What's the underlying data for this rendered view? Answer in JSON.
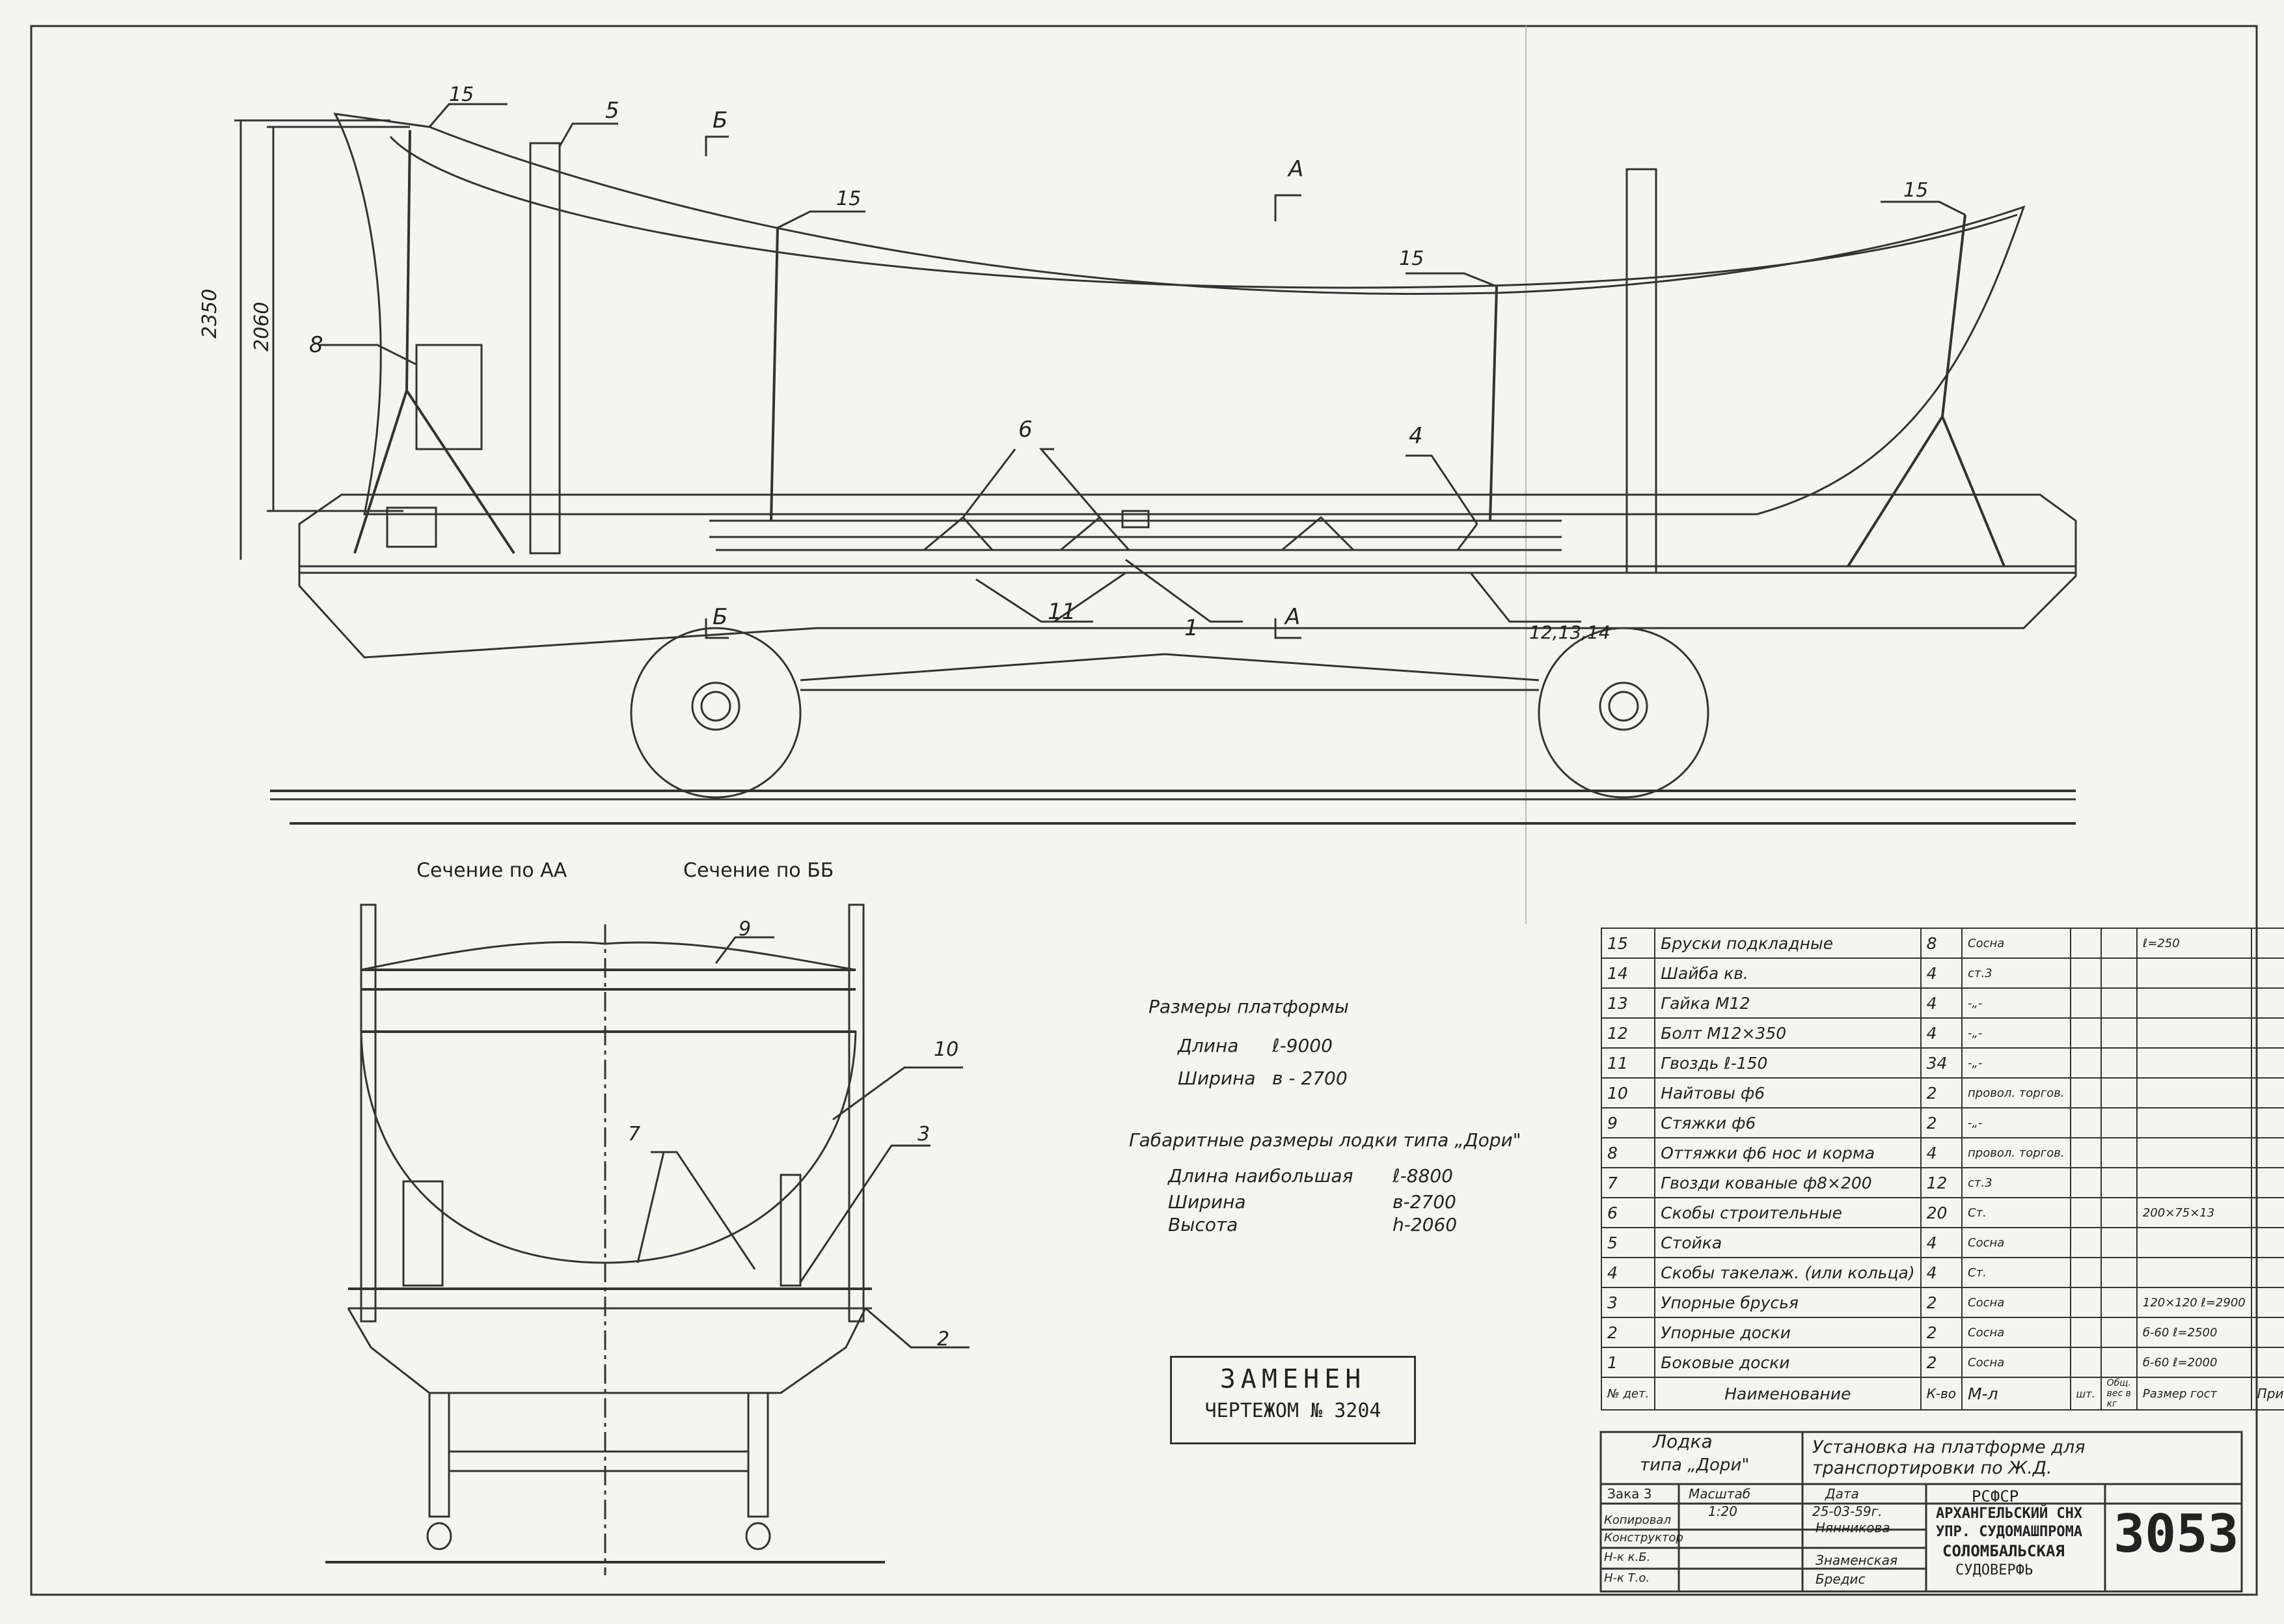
{
  "views": {
    "section_aa": "Сечение по АА",
    "section_bb": "Сечение по ББ",
    "mark_a": "А",
    "mark_b": "Б"
  },
  "dimensions": {
    "overall_height": "2350",
    "boat_height": "2060"
  },
  "callouts": {
    "c1": "1",
    "c2": "2",
    "c3": "3",
    "c4": "4",
    "c5": "5",
    "c6": "6",
    "c7": "7",
    "c8": "8",
    "c9": "9",
    "c10": "10",
    "c11": "11",
    "c15": "15",
    "c121314": "12,13,14"
  },
  "platform_dims": {
    "heading": "Размеры платформы",
    "length_label": "Длина",
    "length_value": "ℓ-9000",
    "width_label": "Ширина",
    "width_value": "в - 2700"
  },
  "boat_dims": {
    "heading": "Габаритные размеры лодки типа „Дори\"",
    "max_length_label": "Длина наибольшая",
    "max_length_value": "ℓ-8800",
    "width_label": "Ширина",
    "width_value": "в-2700",
    "height_label": "Высота",
    "height_value": "h-2060"
  },
  "stamp": {
    "line1": "ЗАМЕНЕН",
    "line2": "ЧЕРТЕЖОМ № 3204"
  },
  "parts": [
    {
      "no": "15",
      "name": "Бруски подкладные",
      "qty": "8",
      "mat": "Сосна",
      "size": "ℓ=250"
    },
    {
      "no": "14",
      "name": "Шайба кв.",
      "qty": "4",
      "mat": "ст.3",
      "size": ""
    },
    {
      "no": "13",
      "name": "Гайка М12",
      "qty": "4",
      "mat": "-„-",
      "size": ""
    },
    {
      "no": "12",
      "name": "Болт М12×350",
      "qty": "4",
      "mat": "-„-",
      "size": ""
    },
    {
      "no": "11",
      "name": "Гвоздь ℓ-150",
      "qty": "34",
      "mat": "-„-",
      "size": ""
    },
    {
      "no": "10",
      "name": "Найтовы ф6",
      "qty": "2",
      "mat": "провол. торгов.",
      "size": ""
    },
    {
      "no": "9",
      "name": "Стяжки ф6",
      "qty": "2",
      "mat": "-„-",
      "size": ""
    },
    {
      "no": "8",
      "name": "Оттяжки ф6 нос и корма",
      "qty": "4",
      "mat": "провол. торгов.",
      "size": ""
    },
    {
      "no": "7",
      "name": "Гвозди кованые ф8×200",
      "qty": "12",
      "mat": "ст.3",
      "size": ""
    },
    {
      "no": "6",
      "name": "Скобы строительные",
      "qty": "20",
      "mat": "Ст.",
      "size": "200×75×13"
    },
    {
      "no": "5",
      "name": "Стойка",
      "qty": "4",
      "mat": "Сосна",
      "size": ""
    },
    {
      "no": "4",
      "name": "Скобы такелаж. (или кольца)",
      "qty": "4",
      "mat": "Ст.",
      "size": ""
    },
    {
      "no": "3",
      "name": "Упорные брусья",
      "qty": "2",
      "mat": "Сосна",
      "size": "120×120 ℓ=2900"
    },
    {
      "no": "2",
      "name": "Упорные доски",
      "qty": "2",
      "mat": "Сосна",
      "size": "б-60 ℓ=2500"
    },
    {
      "no": "1",
      "name": "Боковые доски",
      "qty": "2",
      "mat": "Сосна",
      "size": "б-60 ℓ=2000"
    }
  ],
  "parts_header": {
    "no": "№ дет.",
    "name": "Наименование",
    "qty": "К-во",
    "mat": "М-л",
    "pcs": "шт.",
    "weight": "Общ. вес в кг",
    "size": "Размер гост",
    "note": "Примеч."
  },
  "title_block": {
    "object": "Лодка",
    "object_type": "типа „Дори\"",
    "title": "Установка на платформе для транспортировки по Ж.Д.",
    "order": "Зака 3",
    "scale_label": "Масштаб",
    "scale_value": "1:20",
    "date_label": "Дата",
    "date_value": "25-03-59г.",
    "copied_label": "Копировал",
    "designer_label": "Конструктор",
    "head_kb_label": "Н-к к.Б.",
    "head_to_label": "Н-к Т.о.",
    "person1": "Нянникова",
    "person2": "Знаменская",
    "person3": "Бредис",
    "org1": "РСФСР",
    "org2": "АРХАНГЕЛЬСКИЙ СНХ",
    "org3": "УПР. СУДОМАШПРОМА",
    "org4": "СОЛОМБАЛЬСКАЯ",
    "org5": "СУДОВЕРФЬ",
    "drawing_no": "3053"
  }
}
